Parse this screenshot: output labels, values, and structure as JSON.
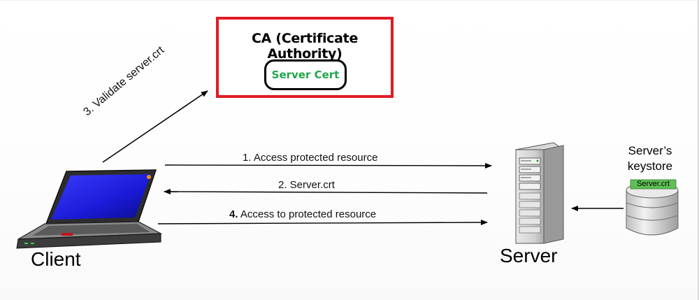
{
  "ca": {
    "title": "CA (Certificate Authority)",
    "cert_label": "Server Cert",
    "border_color": "#e11a23",
    "cert_color": "#1fa64a"
  },
  "steps": {
    "validate": "3. Validate server.crt",
    "access": "1.  Access protected resource",
    "server_crt": "2. Server.crt",
    "access_granted_num": "4.",
    "access_granted_text": "Access to protected resource"
  },
  "client": {
    "label": "Client",
    "icon": "laptop-icon"
  },
  "server": {
    "label": "Server",
    "icon": "server-tower-icon"
  },
  "keystore": {
    "line1": "Server’s",
    "line2": "keystore",
    "cert_tag": "Server.crt",
    "icon": "database-icon"
  }
}
